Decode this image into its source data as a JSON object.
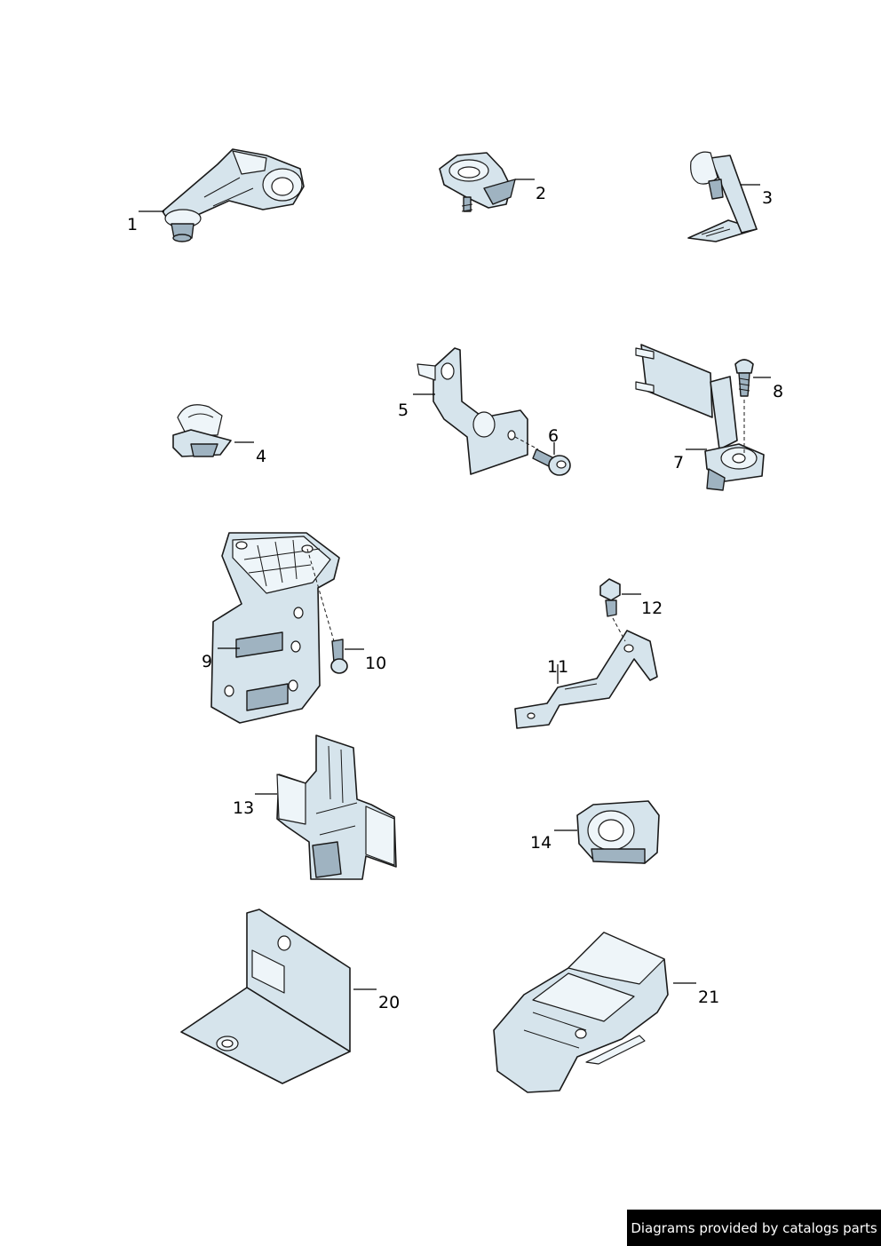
{
  "callouts": {
    "c1": "1",
    "c2": "2",
    "c3": "3",
    "c4": "4",
    "c5": "5",
    "c6": "6",
    "c7": "7",
    "c8": "8",
    "c9": "9",
    "c10": "10",
    "c11": "11",
    "c12": "12",
    "c13": "13",
    "c14": "14",
    "c20": "20",
    "c21": "21"
  },
  "credit": "Diagrams provided by catalogs parts"
}
